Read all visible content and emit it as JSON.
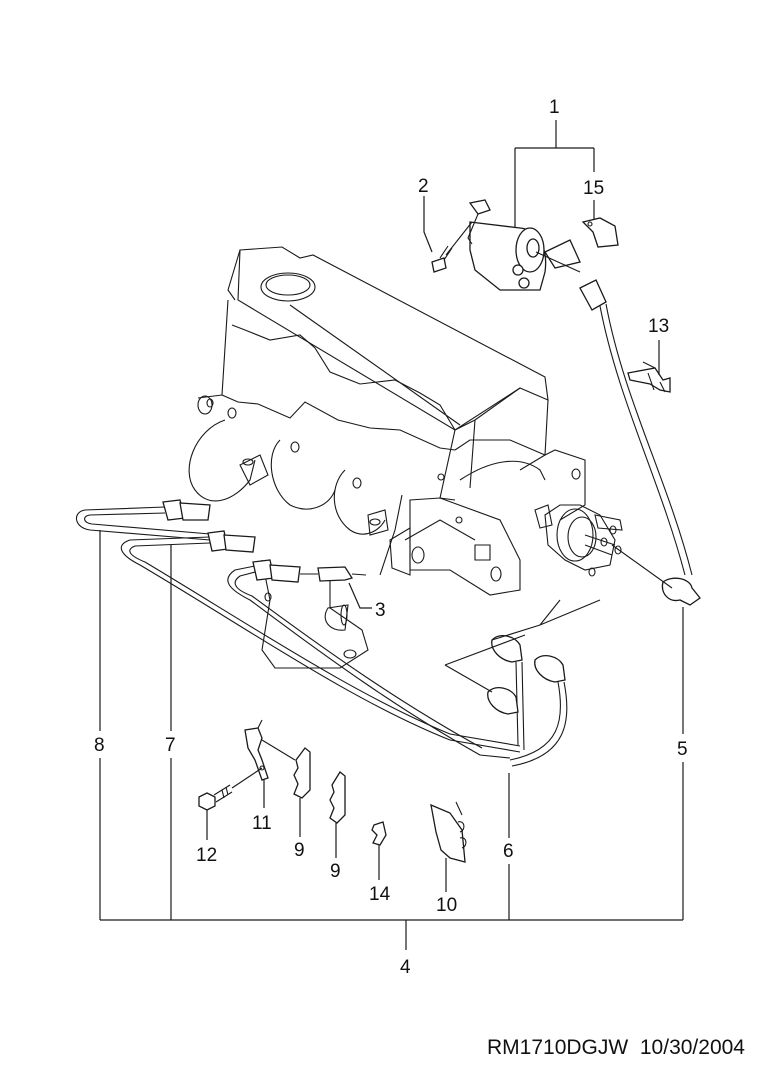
{
  "diagram": {
    "type": "exploded-parts-diagram",
    "subject": "engine ignition system (ignition coil, spark plug, high-tension cables and clips)",
    "callouts": [
      {
        "id": "1",
        "label": "1"
      },
      {
        "id": "2",
        "label": "2"
      },
      {
        "id": "3",
        "label": "3"
      },
      {
        "id": "4",
        "label": "4"
      },
      {
        "id": "5",
        "label": "5"
      },
      {
        "id": "6",
        "label": "6"
      },
      {
        "id": "7",
        "label": "7"
      },
      {
        "id": "8",
        "label": "8"
      },
      {
        "id": "9a",
        "label": "9"
      },
      {
        "id": "9b",
        "label": "9"
      },
      {
        "id": "10",
        "label": "10"
      },
      {
        "id": "11",
        "label": "11"
      },
      {
        "id": "12",
        "label": "12"
      },
      {
        "id": "13",
        "label": "13"
      },
      {
        "id": "14",
        "label": "14"
      },
      {
        "id": "15",
        "label": "15"
      }
    ],
    "groups": [
      {
        "parent": "1",
        "children": [
          "15"
        ]
      },
      {
        "parent": "4",
        "children": [
          "8",
          "7",
          "6",
          "5"
        ]
      }
    ]
  },
  "footer": {
    "code": "RM1710DGJW",
    "date": "10/30/2004"
  }
}
